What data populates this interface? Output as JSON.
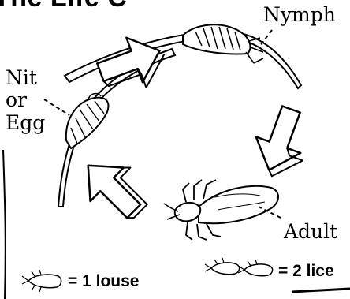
{
  "diagram": {
    "title": "The Life C",
    "labels": {
      "nymph": "Nymph",
      "nit_line1": "Nit",
      "nit_line2": "or",
      "nit_line3": "Egg",
      "adult": "Adult"
    },
    "legend": {
      "one_louse": "= 1 louse",
      "two_lice": "= 2 lice"
    }
  }
}
